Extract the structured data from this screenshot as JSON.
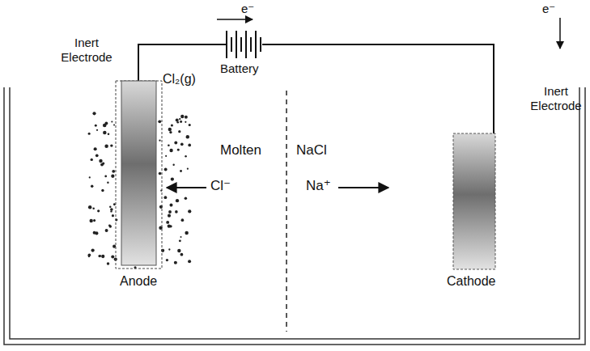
{
  "diagram": {
    "labels": [
      "e⁻",
      "e⁻",
      "Inert Electrode",
      "Battery",
      "Inert Electrode",
      "Cl₂(g)",
      "Molten",
      "NaCl",
      "Cl⁻",
      "Na⁺",
      "Anode",
      "Cathode"
    ]
  }
}
